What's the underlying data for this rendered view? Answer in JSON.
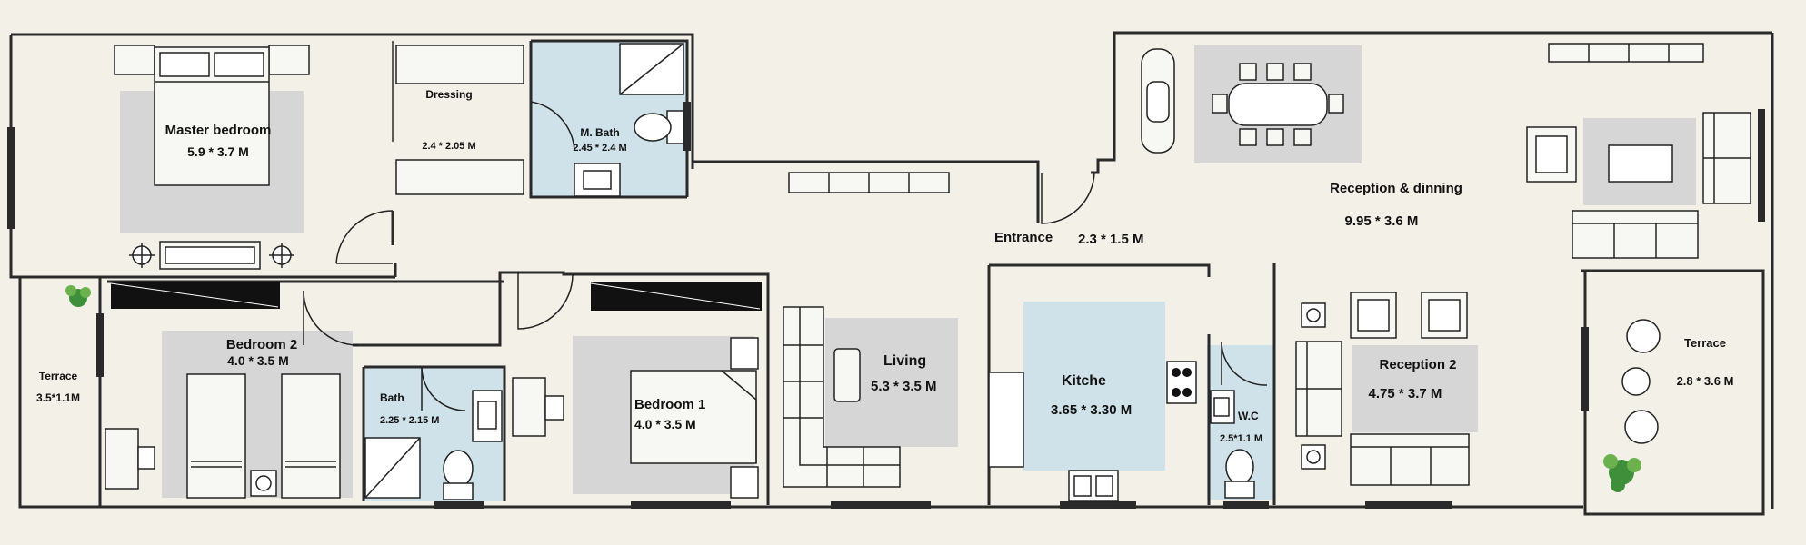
{
  "title": "",
  "rooms": {
    "master_bedroom": {
      "name": "Master bedroom",
      "size": "5.9 * 3.7 M"
    },
    "dressing": {
      "name": "Dressing",
      "size": "2.4 * 2.05 M"
    },
    "master_bath": {
      "name": "M. Bath",
      "size": "2.45 * 2.4 M"
    },
    "bedroom2": {
      "name": "Bedroom 2",
      "size": "4.0 * 3.5 M"
    },
    "terrace_left": {
      "name": "Terrace",
      "size": "3.5*1.1M"
    },
    "bath": {
      "name": "Bath",
      "size": "2.25 * 2.15 M"
    },
    "bedroom1": {
      "name": "Bedroom 1",
      "size": "4.0 * 3.5 M"
    },
    "living": {
      "name": "Living",
      "size": "5.3 * 3.5 M"
    },
    "entrance": {
      "name": "Entrance",
      "size": "2.3 * 1.5 M"
    },
    "kitchen": {
      "name": "Kitche",
      "size": "3.65 * 3.30 M"
    },
    "wc": {
      "name": "W.C",
      "size": "2.5*1.1 M"
    },
    "reception_dinning": {
      "name": "Reception & dinning",
      "size": "9.95 * 3.6 M"
    },
    "reception2": {
      "name": "Reception  2",
      "size": "4.75 * 3.7 M"
    },
    "terrace_right": {
      "name": "Terrace",
      "size": "2.8 * 3.6 M"
    }
  },
  "colors": {
    "background": "#f3f0e8",
    "wall": "#2a2a2a",
    "rug": "#d6d6d6",
    "wet_area": "#cfe2ea",
    "plant": "#3f8f3a"
  },
  "icons": [
    "bed-icon",
    "sofa-icon",
    "dining-table-icon",
    "toilet-icon",
    "sink-icon",
    "shower-icon",
    "stove-icon",
    "plant-icon",
    "door-swing-icon"
  ]
}
